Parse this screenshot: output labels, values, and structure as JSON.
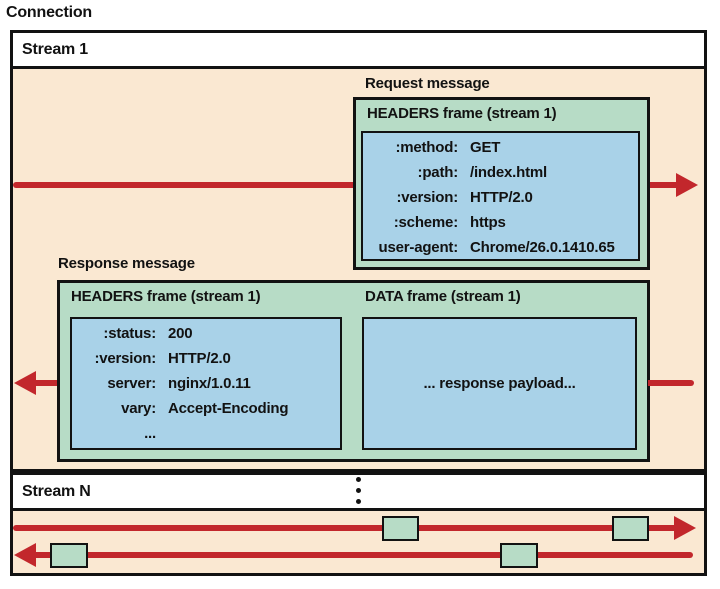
{
  "colors": {
    "peach": "#FAE8D2",
    "green": "#B7DCC6",
    "blue": "#A9D2E8",
    "red": "#C2272C",
    "ink": "#121212"
  },
  "connection_label": "Connection",
  "stream1": {
    "label": "Stream 1",
    "request": {
      "message_label": "Request message",
      "frame_title": "HEADERS frame (stream 1)",
      "headers": [
        {
          "key": ":method:",
          "value": "GET"
        },
        {
          "key": ":path:",
          "value": "/index.html"
        },
        {
          "key": ":version:",
          "value": "HTTP/2.0"
        },
        {
          "key": ":scheme:",
          "value": "https"
        },
        {
          "key": "user-agent:",
          "value": "Chrome/26.0.1410.65"
        }
      ]
    },
    "response": {
      "message_label": "Response message",
      "headers_frame_title": "HEADERS frame (stream 1)",
      "data_frame_title": "DATA frame (stream 1)",
      "headers": [
        {
          "key": ":status:",
          "value": "200"
        },
        {
          "key": ":version:",
          "value": "HTTP/2.0"
        },
        {
          "key": "server:",
          "value": "nginx/1.0.11"
        },
        {
          "key": "vary:",
          "value": "Accept-Encoding"
        },
        {
          "key": "...",
          "value": ""
        }
      ],
      "payload_text": "... response payload..."
    }
  },
  "streamN": {
    "label": "Stream N"
  },
  "icons": {
    "arrowhead_right": "css-triangle-right",
    "arrowhead_left": "css-triangle-left",
    "vertical_ellipsis": "three-dots-vertical"
  }
}
